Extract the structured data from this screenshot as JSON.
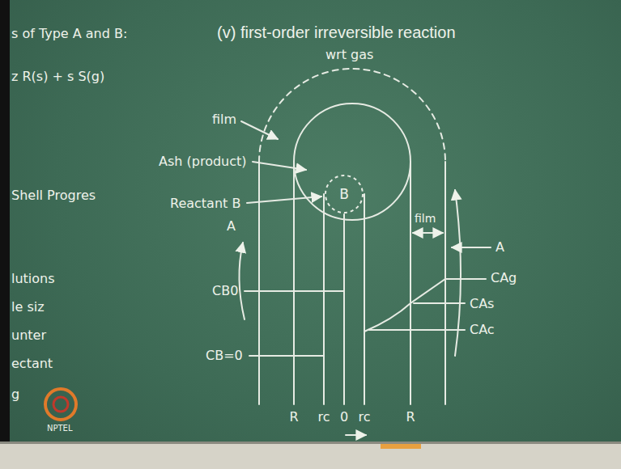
{
  "diagram": {
    "title": "(v) first-order irreversible reaction",
    "nodes": [
      {
        "text": [
          "B"
        ]
      }
    ],
    "labels": [
      "s of Type A and B:",
      "z R(s) + s S(g)",
      "Shell Progres",
      "lutions",
      "le siz",
      "unter",
      "ectant",
      "g",
      "wrt gas",
      "film",
      "Ash (product)",
      "Reactant B",
      "A",
      "CB0",
      "CB=0",
      "film",
      "A",
      "CAg",
      "CAs",
      "CAc",
      "R",
      "rc",
      "0",
      "rc",
      "R",
      "NPTEL"
    ]
  }
}
